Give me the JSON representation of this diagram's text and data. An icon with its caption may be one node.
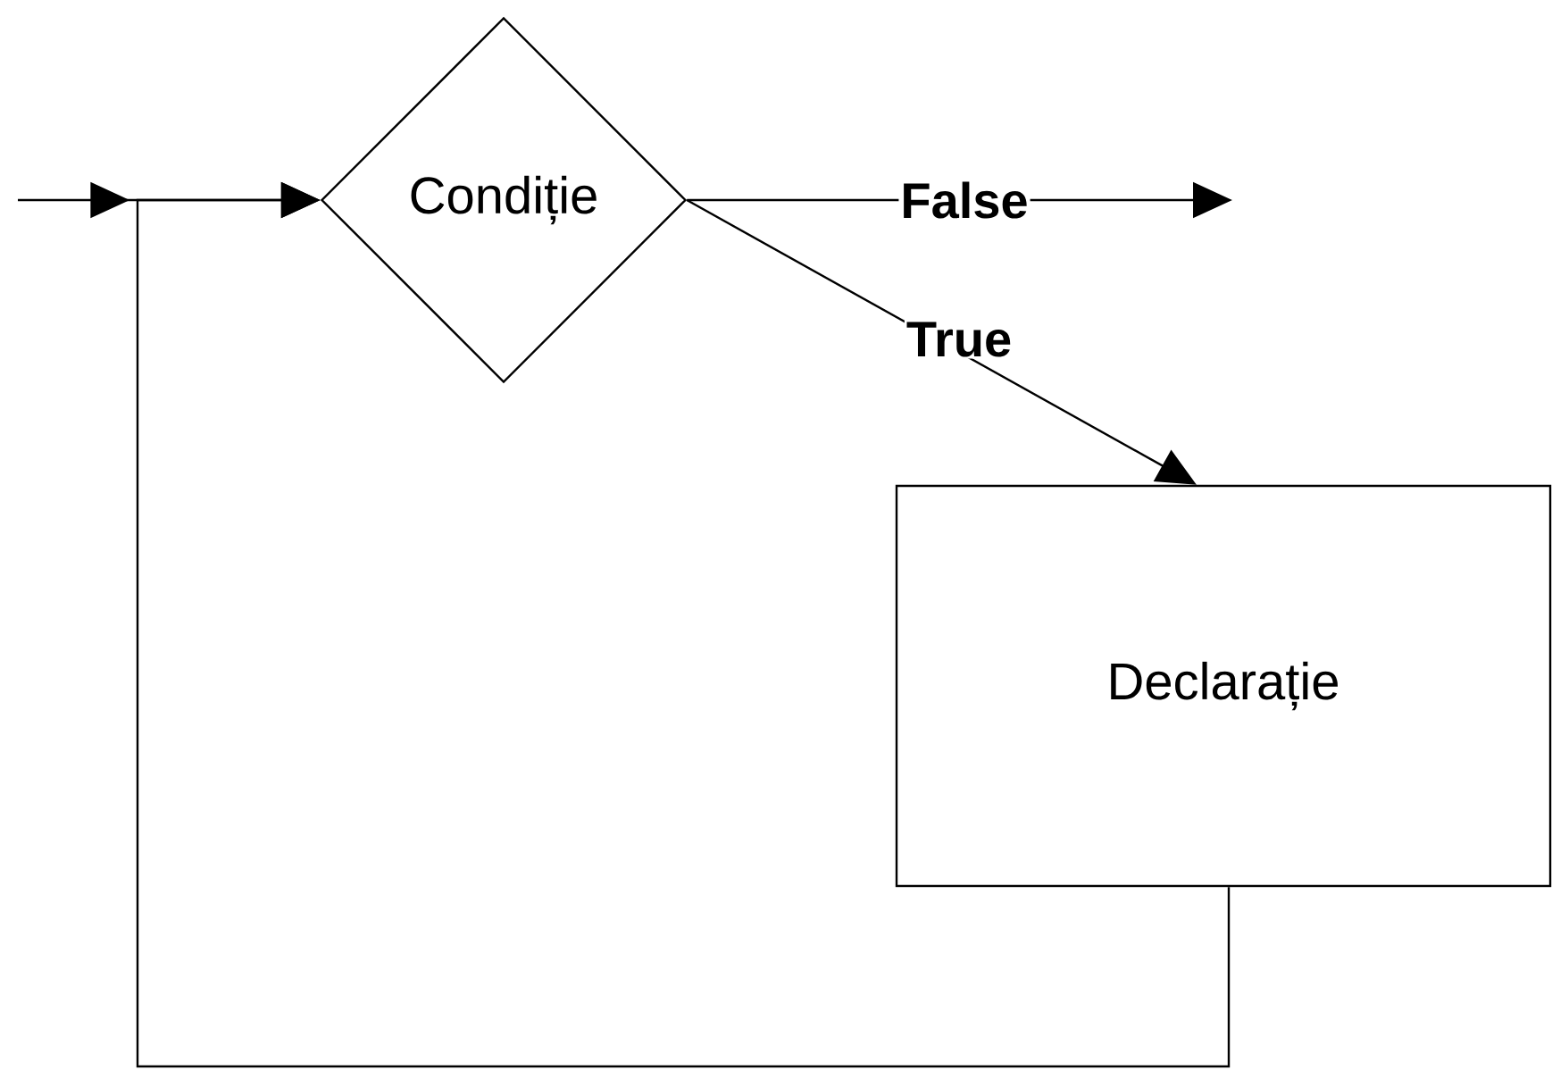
{
  "diagram": {
    "nodes": [
      {
        "text": [
          "Condiție"
        ]
      },
      {
        "text": [
          "Declarație"
        ]
      }
    ],
    "edges": [
      {
        "from": null,
        "to": 0,
        "arrow": "to"
      },
      {
        "from": 0,
        "to": null,
        "arrow": "to",
        "label": "False"
      },
      {
        "from": 0,
        "to": 1,
        "arrow": "to",
        "label": "True"
      },
      {
        "from": 1,
        "to": 0,
        "arrow": "to"
      }
    ]
  }
}
